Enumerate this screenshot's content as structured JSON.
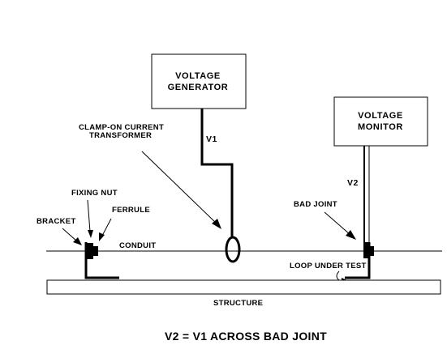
{
  "generator": {
    "line1": "VOLTAGE",
    "line2": "GENERATOR"
  },
  "monitor": {
    "line1": "VOLTAGE",
    "line2": "MONITOR"
  },
  "labels": {
    "clamp_line1": "CLAMP-ON CURRENT",
    "clamp_line2": "TRANSFORMER",
    "v1": "V1",
    "v2": "V2",
    "fixing_nut": "FIXING NUT",
    "ferrule": "FERRULE",
    "bracket": "BRACKET",
    "conduit": "CONDUIT",
    "bad_joint": "BAD JOINT",
    "loop_under_test": "LOOP UNDER TEST",
    "structure": "STRUCTURE"
  },
  "caption": "V2 = V1 ACROSS BAD JOINT"
}
